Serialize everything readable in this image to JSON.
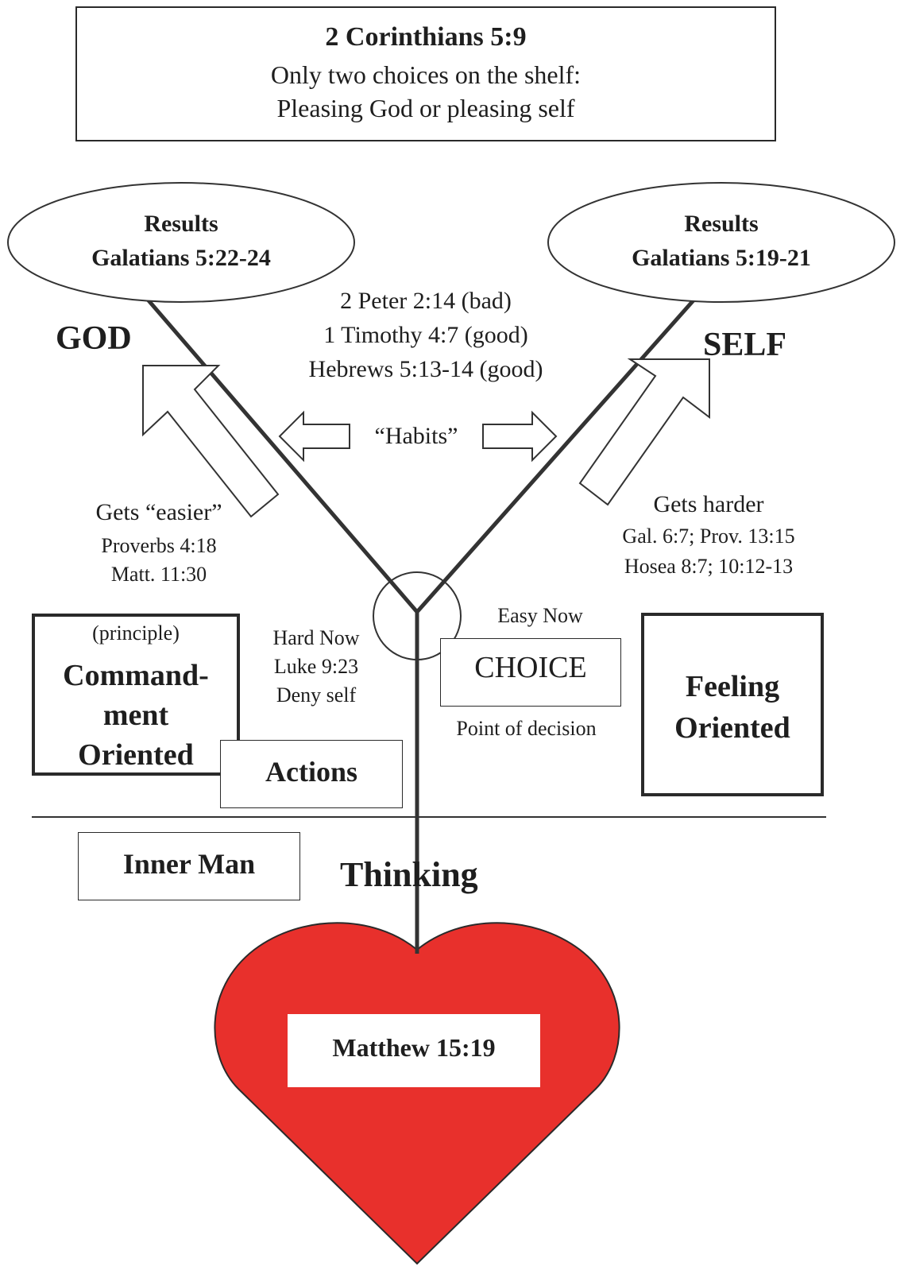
{
  "header": {
    "reference": "2 Corinthians 5:9",
    "line1": "Only two choices on the shelf:",
    "line2": "Pleasing God or pleasing self"
  },
  "left_results": {
    "label": "Results",
    "reference": "Galatians 5:22-24"
  },
  "right_results": {
    "label": "Results",
    "reference": "Galatians 5:19-21"
  },
  "left_label": "GOD",
  "right_label": "SELF",
  "habit_references": [
    "2 Peter 2:14 (bad)",
    "1 Timothy 4:7 (good)",
    "Hebrews 5:13-14 (good)"
  ],
  "habits_label": "“Habits”",
  "left_path": {
    "title": "Gets “easier”",
    "refs": [
      "Proverbs 4:18",
      "Matt. 11:30"
    ]
  },
  "right_path": {
    "title": "Gets harder",
    "refs": [
      "Gal. 6:7; Prov. 13:15",
      "Hosea 8:7; 10:12-13"
    ]
  },
  "hard_now": [
    "Hard Now",
    "Luke 9:23",
    "Deny self"
  ],
  "easy_now": "Easy Now",
  "choice_label": "CHOICE",
  "decision_label": "Point of decision",
  "commandment_box": {
    "principle": "(principle)",
    "lines": [
      "Command-",
      "ment",
      "Oriented"
    ]
  },
  "actions_label": "Actions",
  "feeling_box": {
    "lines": [
      "Feeling",
      "Oriented"
    ]
  },
  "inner_man_label": "Inner Man",
  "thinking_label": "Thinking",
  "heart_reference": "Matthew 15:19",
  "colors": {
    "heart": "#e8302c",
    "line": "#333333"
  }
}
